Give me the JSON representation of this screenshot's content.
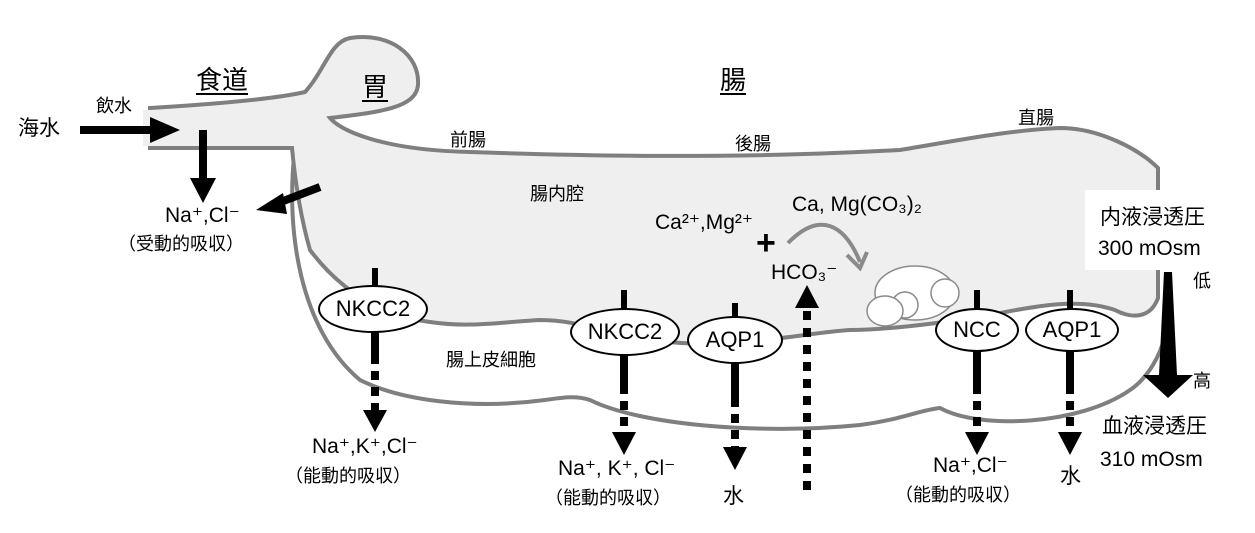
{
  "organs": {
    "esophagus": "食道",
    "stomach": "胃",
    "intestine": "腸"
  },
  "segments": {
    "anterior": "前腸",
    "posterior": "後腸",
    "rectum": "直腸"
  },
  "regions": {
    "lumen": "腸内腔",
    "epithelium": "腸上皮細胞"
  },
  "intake": {
    "source": "海水",
    "action": "飲水"
  },
  "passive": {
    "ions": "Na⁺,Cl⁻",
    "note": "（受動的吸収）"
  },
  "transporters": [
    {
      "name": "NKCC2",
      "products": "Na⁺,K⁺,Cl⁻",
      "note": "（能動的吸収）"
    },
    {
      "name": "NKCC2",
      "products": "Na⁺, K⁺, Cl⁻",
      "note": "（能動的吸収）"
    },
    {
      "name": "AQP1",
      "products": "水"
    },
    {
      "name": "NCC",
      "products": "Na⁺,Cl⁻",
      "note": "（能動的吸収）"
    },
    {
      "name": "AQP1",
      "products": "水"
    }
  ],
  "precipitation": {
    "cations": "Ca²⁺,Mg²⁺",
    "plus": "+",
    "anion": "HCO₃⁻",
    "product": "Ca, Mg(CO₃)₂"
  },
  "osmolarity": {
    "lumen_label": "内液浸透圧",
    "lumen_value": "300 mOsm",
    "low": "低",
    "high": "高",
    "blood_label": "血液浸透圧",
    "blood_value": "310 mOsm"
  },
  "colors": {
    "lumen_fill": "#efefef",
    "outline": "#7f7f7f",
    "arrow": "#000000"
  }
}
